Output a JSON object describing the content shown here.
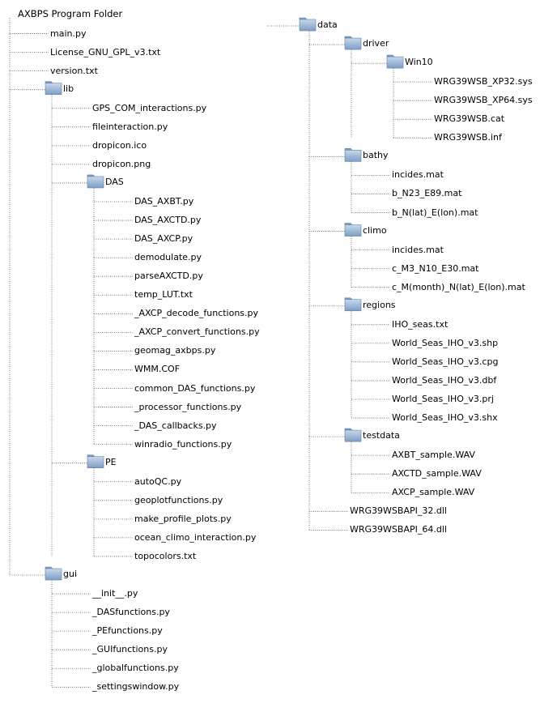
{
  "left_tree": {
    "name": "AXBPS Program Folder",
    "children": [
      {
        "name": "main.py",
        "type": "file"
      },
      {
        "name": "License_GNU_GPL_v3.txt",
        "type": "file"
      },
      {
        "name": "version.txt",
        "type": "file"
      },
      {
        "name": "lib",
        "type": "folder",
        "children": [
          {
            "name": "GPS_COM_interactions.py",
            "type": "file"
          },
          {
            "name": "fileinteraction.py",
            "type": "file"
          },
          {
            "name": "dropicon.ico",
            "type": "file"
          },
          {
            "name": "dropicon.png",
            "type": "file"
          },
          {
            "name": "DAS",
            "type": "folder",
            "children": [
              {
                "name": "DAS_AXBT.py",
                "type": "file"
              },
              {
                "name": "DAS_AXCTD.py",
                "type": "file"
              },
              {
                "name": "DAS_AXCP.py",
                "type": "file"
              },
              {
                "name": "demodulate.py",
                "type": "file"
              },
              {
                "name": "parseAXCTD.py",
                "type": "file"
              },
              {
                "name": "temp_LUT.txt",
                "type": "file"
              },
              {
                "name": "_AXCP_decode_functions.py",
                "type": "file"
              },
              {
                "name": "_AXCP_convert_functions.py",
                "type": "file"
              },
              {
                "name": "geomag_axbps.py",
                "type": "file"
              },
              {
                "name": "WMM.COF",
                "type": "file"
              },
              {
                "name": "common_DAS_functions.py",
                "type": "file"
              },
              {
                "name": "_processor_functions.py",
                "type": "file"
              },
              {
                "name": "_DAS_callbacks.py",
                "type": "file"
              },
              {
                "name": "winradio_functions.py",
                "type": "file"
              }
            ]
          },
          {
            "name": "PE",
            "type": "folder",
            "children": [
              {
                "name": "autoQC.py",
                "type": "file"
              },
              {
                "name": "geoplotfunctions.py",
                "type": "file"
              },
              {
                "name": "make_profile_plots.py",
                "type": "file"
              },
              {
                "name": "ocean_climo_interaction.py",
                "type": "file"
              },
              {
                "name": "topocolors.txt",
                "type": "file"
              }
            ]
          }
        ]
      },
      {
        "name": "gui",
        "type": "folder",
        "children": [
          {
            "name": "__init__.py",
            "type": "file"
          },
          {
            "name": "_DASfunctions.py",
            "type": "file"
          },
          {
            "name": "_PEfunctions.py",
            "type": "file"
          },
          {
            "name": "_GUIfunctions.py",
            "type": "file"
          },
          {
            "name": "_globalfunctions.py",
            "type": "file"
          },
          {
            "name": "_settingswindow.py",
            "type": "file"
          }
        ]
      }
    ]
  },
  "right_tree": {
    "name": "data",
    "type": "folder",
    "children": [
      {
        "name": "driver",
        "type": "folder",
        "children": [
          {
            "name": "Win10",
            "type": "folder",
            "children": [
              {
                "name": "WRG39WSB_XP32.sys",
                "type": "file"
              },
              {
                "name": "WRG39WSB_XP64.sys",
                "type": "file"
              },
              {
                "name": "WRG39WSB.cat",
                "type": "file"
              },
              {
                "name": "WRG39WSB.inf",
                "type": "file"
              }
            ]
          }
        ]
      },
      {
        "name": "bathy",
        "type": "folder",
        "children": [
          {
            "name": "incides.mat",
            "type": "file"
          },
          {
            "name": "b_N23_E89.mat",
            "type": "file"
          },
          {
            "name": "b_N(lat)_E(lon).mat",
            "type": "file"
          }
        ]
      },
      {
        "name": "climo",
        "type": "folder",
        "children": [
          {
            "name": "incides.mat",
            "type": "file"
          },
          {
            "name": "c_M3_N10_E30.mat",
            "type": "file"
          },
          {
            "name": "c_M(month)_N(lat)_E(lon).mat",
            "type": "file"
          }
        ]
      },
      {
        "name": "regions",
        "type": "folder",
        "children": [
          {
            "name": "IHO_seas.txt",
            "type": "file"
          },
          {
            "name": "World_Seas_IHO_v3.shp",
            "type": "file"
          },
          {
            "name": "World_Seas_IHO_v3.cpg",
            "type": "file"
          },
          {
            "name": "World_Seas_IHO_v3.dbf",
            "type": "file"
          },
          {
            "name": "World_Seas_IHO_v3.prj",
            "type": "file"
          },
          {
            "name": "World_Seas_IHO_v3.shx",
            "type": "file"
          }
        ]
      },
      {
        "name": "testdata",
        "type": "folder",
        "children": [
          {
            "name": "AXBT_sample.WAV",
            "type": "file"
          },
          {
            "name": "AXCTD_sample.WAV",
            "type": "file"
          },
          {
            "name": "AXCP_sample.WAV",
            "type": "file"
          }
        ]
      },
      {
        "name": "WRG39WSBAPI_32.dll",
        "type": "file"
      },
      {
        "name": "WRG39WSBAPI_64.dll",
        "type": "file"
      }
    ]
  },
  "colors": {
    "folder_light": "#c9d9ec",
    "folder_dark": "#7e9dc4",
    "folder_edge": "#5f80aa",
    "line": "#555555"
  }
}
